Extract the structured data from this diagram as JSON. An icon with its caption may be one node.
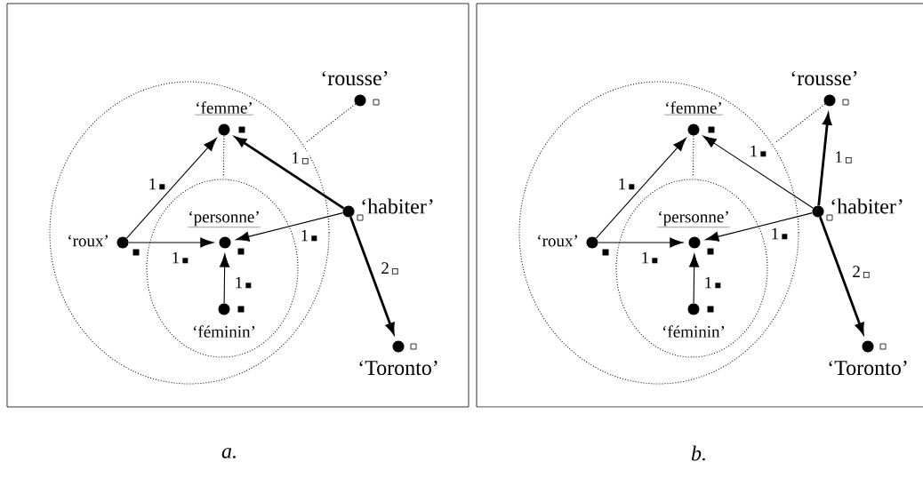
{
  "diagram": {
    "nodes": [
      {
        "text": [
          "a."
        ]
      },
      {
        "text": [],
        "shape": "circle",
        "in": 0
      },
      {
        "text": [],
        "shape": "circle",
        "in": 1
      },
      {
        "text": [],
        "shape": "circle",
        "beside": [
          "‘femme’"
        ],
        "in": 1
      },
      {
        "text": [],
        "shape": "circle",
        "beside": [
          "‘personne’"
        ],
        "in": 2
      },
      {
        "text": [],
        "shape": "circle",
        "beside": [
          "‘roux’"
        ],
        "in": 1
      },
      {
        "text": [],
        "shape": "circle",
        "beside": [
          "‘féminin’"
        ],
        "in": 2
      },
      {
        "text": [],
        "shape": "circle",
        "beside": [
          "‘habiter’"
        ],
        "in": 0
      },
      {
        "text": [],
        "shape": "circle",
        "beside": [
          "‘rousse’"
        ],
        "in": 0
      },
      {
        "text": [],
        "shape": "circle",
        "beside": [
          "‘Toronto’"
        ],
        "in": 0
      },
      {
        "text": [
          "b."
        ]
      },
      {
        "text": [],
        "shape": "circle",
        "in": 10
      },
      {
        "text": [],
        "shape": "circle",
        "in": 11
      },
      {
        "text": [],
        "shape": "circle",
        "beside": [
          "‘femme’"
        ],
        "in": 11
      },
      {
        "text": [],
        "shape": "circle",
        "beside": [
          "‘personne’"
        ],
        "in": 12
      },
      {
        "text": [],
        "shape": "circle",
        "beside": [
          "‘roux’"
        ],
        "in": 11
      },
      {
        "text": [],
        "shape": "circle",
        "beside": [
          "‘féminin’"
        ],
        "in": 12
      },
      {
        "text": [],
        "shape": "circle",
        "beside": [
          "‘habiter’"
        ],
        "in": 10
      },
      {
        "text": [],
        "shape": "circle",
        "beside": [
          "‘rousse’"
        ],
        "in": 10
      },
      {
        "text": [],
        "shape": "circle",
        "beside": [
          "‘Toronto’"
        ],
        "in": 10
      }
    ],
    "edges": [
      {
        "from": 5,
        "to": 3,
        "arrow": "to",
        "label": "1"
      },
      {
        "from": 7,
        "to": 3,
        "arrow": "to",
        "label": "1",
        "style": "thick"
      },
      {
        "from": 5,
        "to": 4,
        "arrow": "to",
        "label": "1"
      },
      {
        "from": 7,
        "to": 4,
        "arrow": "to",
        "label": "1"
      },
      {
        "from": 6,
        "to": 4,
        "arrow": "to",
        "label": "1"
      },
      {
        "from": 7,
        "to": 9,
        "arrow": "to",
        "label": "2",
        "style": "thick"
      },
      {
        "from": 3,
        "to": 2,
        "arrow": "none",
        "style": "dashed"
      },
      {
        "from": 8,
        "to": 1,
        "arrow": "none",
        "style": "dashed"
      },
      {
        "from": 15,
        "to": 13,
        "arrow": "to",
        "label": "1"
      },
      {
        "from": 17,
        "to": 13,
        "arrow": "to",
        "label": "1"
      },
      {
        "from": 15,
        "to": 14,
        "arrow": "to",
        "label": "1"
      },
      {
        "from": 17,
        "to": 14,
        "arrow": "to",
        "label": "1"
      },
      {
        "from": 16,
        "to": 14,
        "arrow": "to",
        "label": "1"
      },
      {
        "from": 17,
        "to": 19,
        "arrow": "to",
        "label": "2",
        "style": "thick"
      },
      {
        "from": 17,
        "to": 18,
        "arrow": "to",
        "label": "1",
        "style": "thick"
      },
      {
        "from": 13,
        "to": 12,
        "arrow": "none",
        "style": "dashed"
      },
      {
        "from": 18,
        "to": 11,
        "arrow": "none",
        "style": "dashed"
      }
    ]
  }
}
